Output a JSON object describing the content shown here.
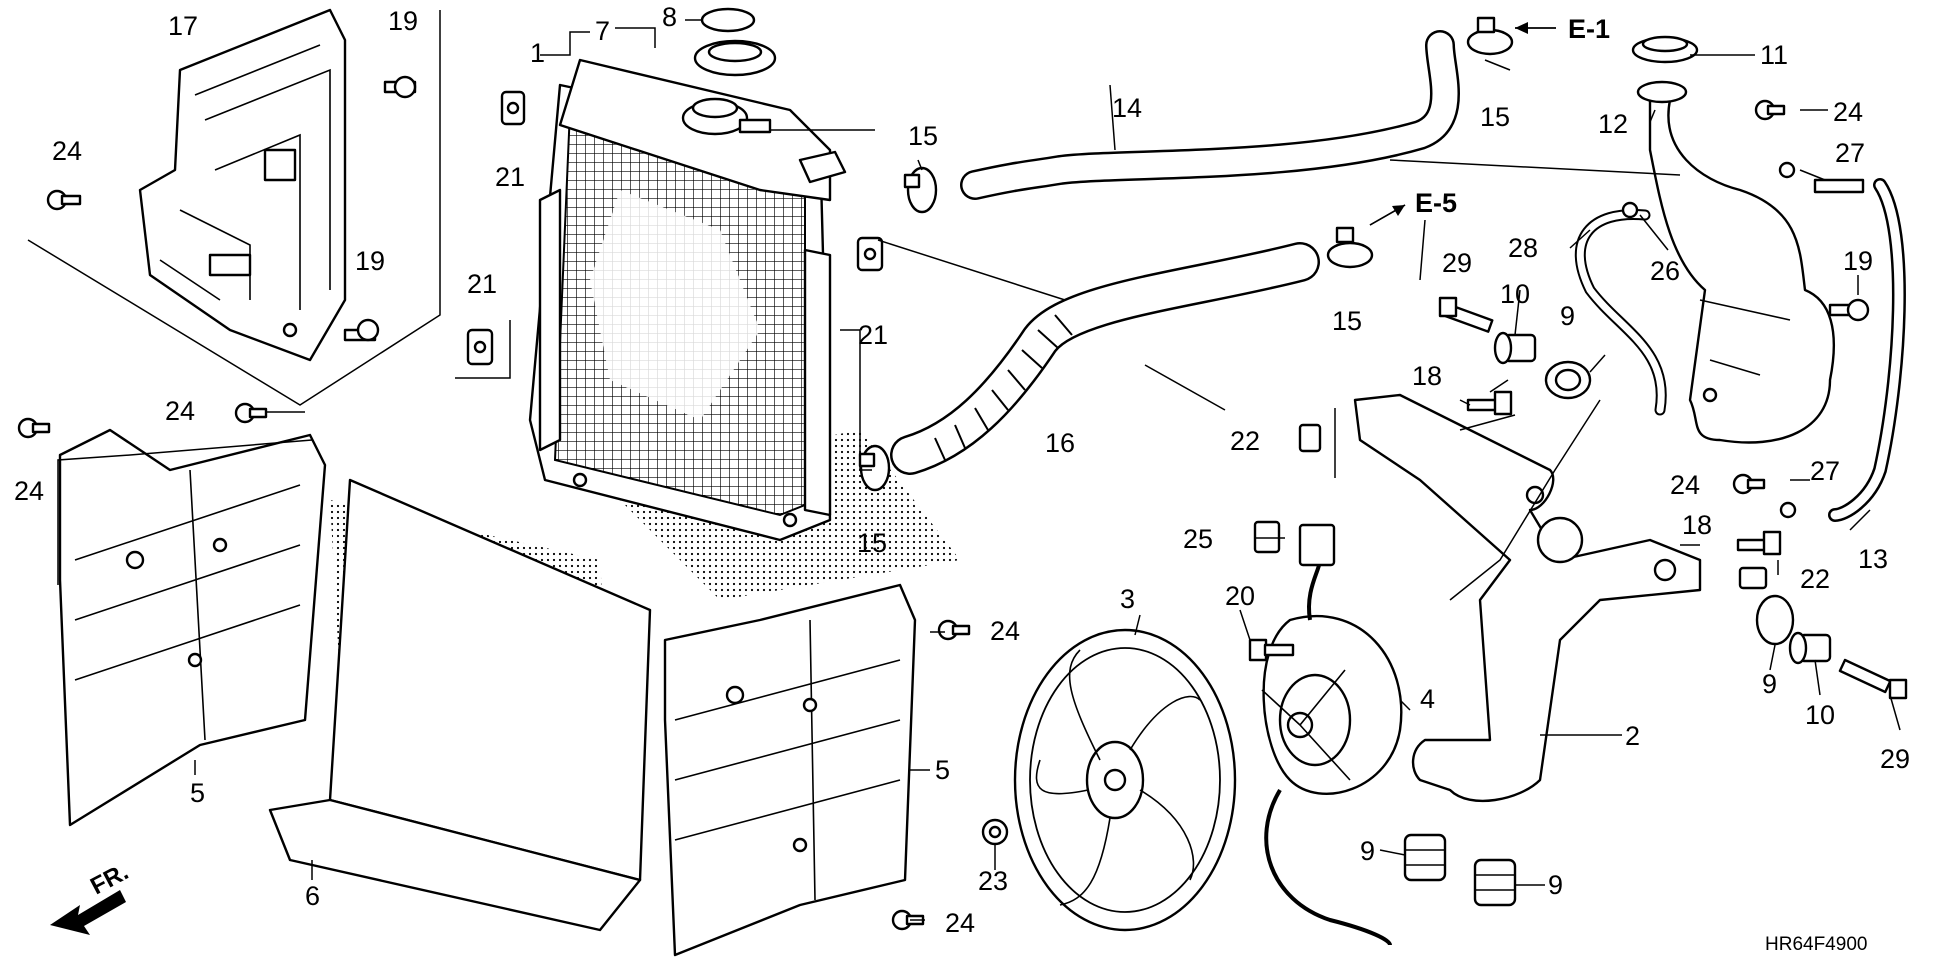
{
  "diagram": {
    "code": "HR64F4900",
    "front_marker": "FR.",
    "references": [
      {
        "key": "e1",
        "text": "E-1"
      },
      {
        "key": "e5",
        "text": "E-5"
      }
    ],
    "callouts": {
      "c1": "1",
      "c2": "2",
      "c3": "3",
      "c4": "4",
      "c5a": "5",
      "c5b": "5",
      "c6": "6",
      "c7": "7",
      "c8": "8",
      "c9a": "9",
      "c9b": "9",
      "c9c": "9",
      "c9d": "9",
      "c10a": "10",
      "c10b": "10",
      "c11": "11",
      "c12": "12",
      "c13": "13",
      "c14": "14",
      "c15a": "15",
      "c15b": "15",
      "c15c": "15",
      "c15d": "15",
      "c16": "16",
      "c17": "17",
      "c18a": "18",
      "c18b": "18",
      "c19a": "19",
      "c19b": "19",
      "c19c": "19",
      "c20": "20",
      "c21a": "21",
      "c21b": "21",
      "c21c": "21",
      "c22a": "22",
      "c22b": "22",
      "c23": "23",
      "c24a": "24",
      "c24b": "24",
      "c24c": "24",
      "c24d": "24",
      "c24e": "24",
      "c24f": "24",
      "c24g": "24",
      "c25": "25",
      "c26": "26",
      "c27a": "27",
      "c27b": "27",
      "c28": "28",
      "c29a": "29",
      "c29b": "29"
    }
  }
}
